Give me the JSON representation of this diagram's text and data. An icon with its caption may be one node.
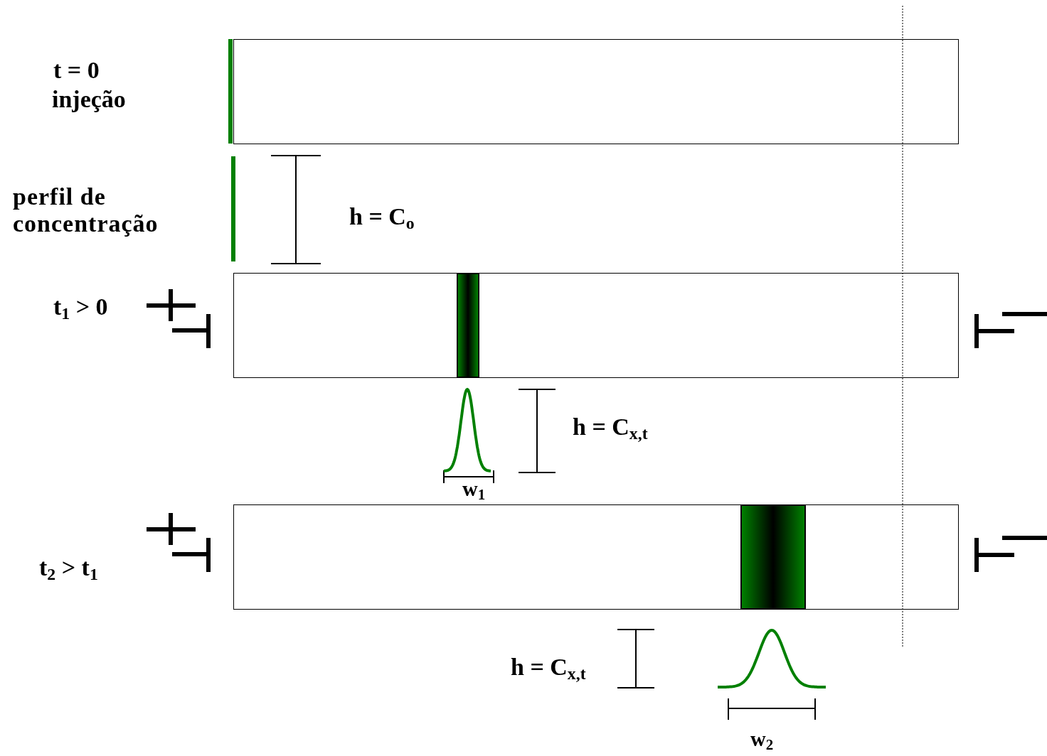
{
  "diagram": {
    "nodes": [
      {
        "text": [],
        "shape": "box"
      },
      {
        "text": [],
        "shape": "box"
      },
      {
        "text": [],
        "shape": "box"
      },
      {
        "text": [],
        "shape": "bar",
        "in": 1
      },
      {
        "text": [],
        "shape": "bar",
        "in": 2
      }
    ],
    "labels": [
      "t = 0",
      "injeção",
      "perfil de concentração",
      "h = C$_{o}$",
      "t$_{1}$ > 0",
      "h = C$_{x,t}$",
      "w$_{1}$",
      "t$_{2}$ > t$_{1}$",
      "h = C$_{x,t}$",
      "w$_{2}$"
    ]
  }
}
